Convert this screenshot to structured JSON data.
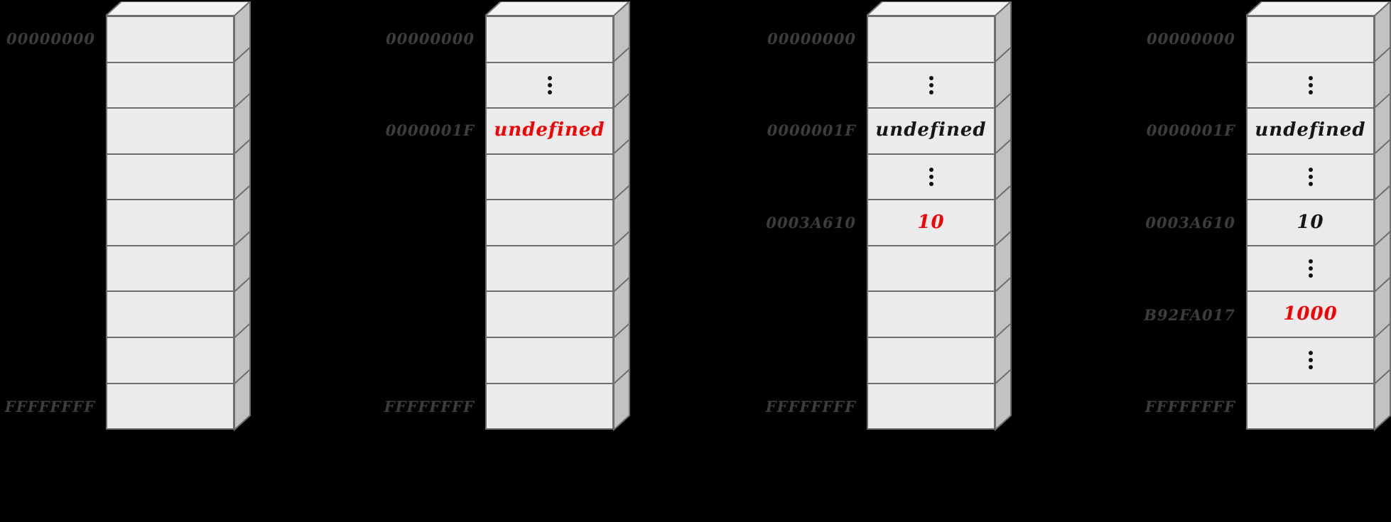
{
  "palette": {
    "background": "#000000",
    "cell_fill": "#ebebeb",
    "cell_top_fill": "#f2f2f2",
    "cell_side_fill": "#c2c2c2",
    "stroke": "#6e6e6e",
    "address_text": "#3d3d3d",
    "value_red": "#f50004",
    "value_black": "#161616",
    "ellipsis_dot": "#111111"
  },
  "memory_banks": [
    {
      "id": "bank-1",
      "rows": [
        {
          "address": "00000000",
          "value": "",
          "value_style": "none"
        },
        {
          "address": "",
          "value": "",
          "value_style": "none"
        },
        {
          "address": "",
          "value": "",
          "value_style": "none"
        },
        {
          "address": "",
          "value": "",
          "value_style": "none"
        },
        {
          "address": "",
          "value": "",
          "value_style": "none"
        },
        {
          "address": "",
          "value": "",
          "value_style": "none"
        },
        {
          "address": "",
          "value": "",
          "value_style": "none"
        },
        {
          "address": "",
          "value": "",
          "value_style": "none"
        },
        {
          "address": "FFFFFFFF",
          "value": "",
          "value_style": "none"
        }
      ]
    },
    {
      "id": "bank-2",
      "rows": [
        {
          "address": "00000000",
          "value": "",
          "value_style": "none"
        },
        {
          "address": "",
          "value": "⋮",
          "value_style": "ellipsis"
        },
        {
          "address": "0000001F",
          "value": "undefined",
          "value_style": "red"
        },
        {
          "address": "",
          "value": "",
          "value_style": "none"
        },
        {
          "address": "",
          "value": "",
          "value_style": "none"
        },
        {
          "address": "",
          "value": "",
          "value_style": "none"
        },
        {
          "address": "",
          "value": "",
          "value_style": "none"
        },
        {
          "address": "",
          "value": "",
          "value_style": "none"
        },
        {
          "address": "FFFFFFFF",
          "value": "",
          "value_style": "none"
        }
      ]
    },
    {
      "id": "bank-3",
      "rows": [
        {
          "address": "00000000",
          "value": "",
          "value_style": "none"
        },
        {
          "address": "",
          "value": "⋮",
          "value_style": "ellipsis"
        },
        {
          "address": "0000001F",
          "value": "undefined",
          "value_style": "black"
        },
        {
          "address": "",
          "value": "⋮",
          "value_style": "ellipsis"
        },
        {
          "address": "0003A610",
          "value": "10",
          "value_style": "red"
        },
        {
          "address": "",
          "value": "",
          "value_style": "none"
        },
        {
          "address": "",
          "value": "",
          "value_style": "none"
        },
        {
          "address": "",
          "value": "",
          "value_style": "none"
        },
        {
          "address": "FFFFFFFF",
          "value": "",
          "value_style": "none"
        }
      ]
    },
    {
      "id": "bank-4",
      "rows": [
        {
          "address": "00000000",
          "value": "",
          "value_style": "none"
        },
        {
          "address": "",
          "value": "⋮",
          "value_style": "ellipsis"
        },
        {
          "address": "0000001F",
          "value": "undefined",
          "value_style": "black"
        },
        {
          "address": "",
          "value": "⋮",
          "value_style": "ellipsis"
        },
        {
          "address": "0003A610",
          "value": "10",
          "value_style": "black"
        },
        {
          "address": "",
          "value": "⋮",
          "value_style": "ellipsis"
        },
        {
          "address": "B92FA017",
          "value": "1000",
          "value_style": "red"
        },
        {
          "address": "",
          "value": "⋮",
          "value_style": "ellipsis"
        },
        {
          "address": "FFFFFFFF",
          "value": "",
          "value_style": "none"
        }
      ]
    }
  ]
}
